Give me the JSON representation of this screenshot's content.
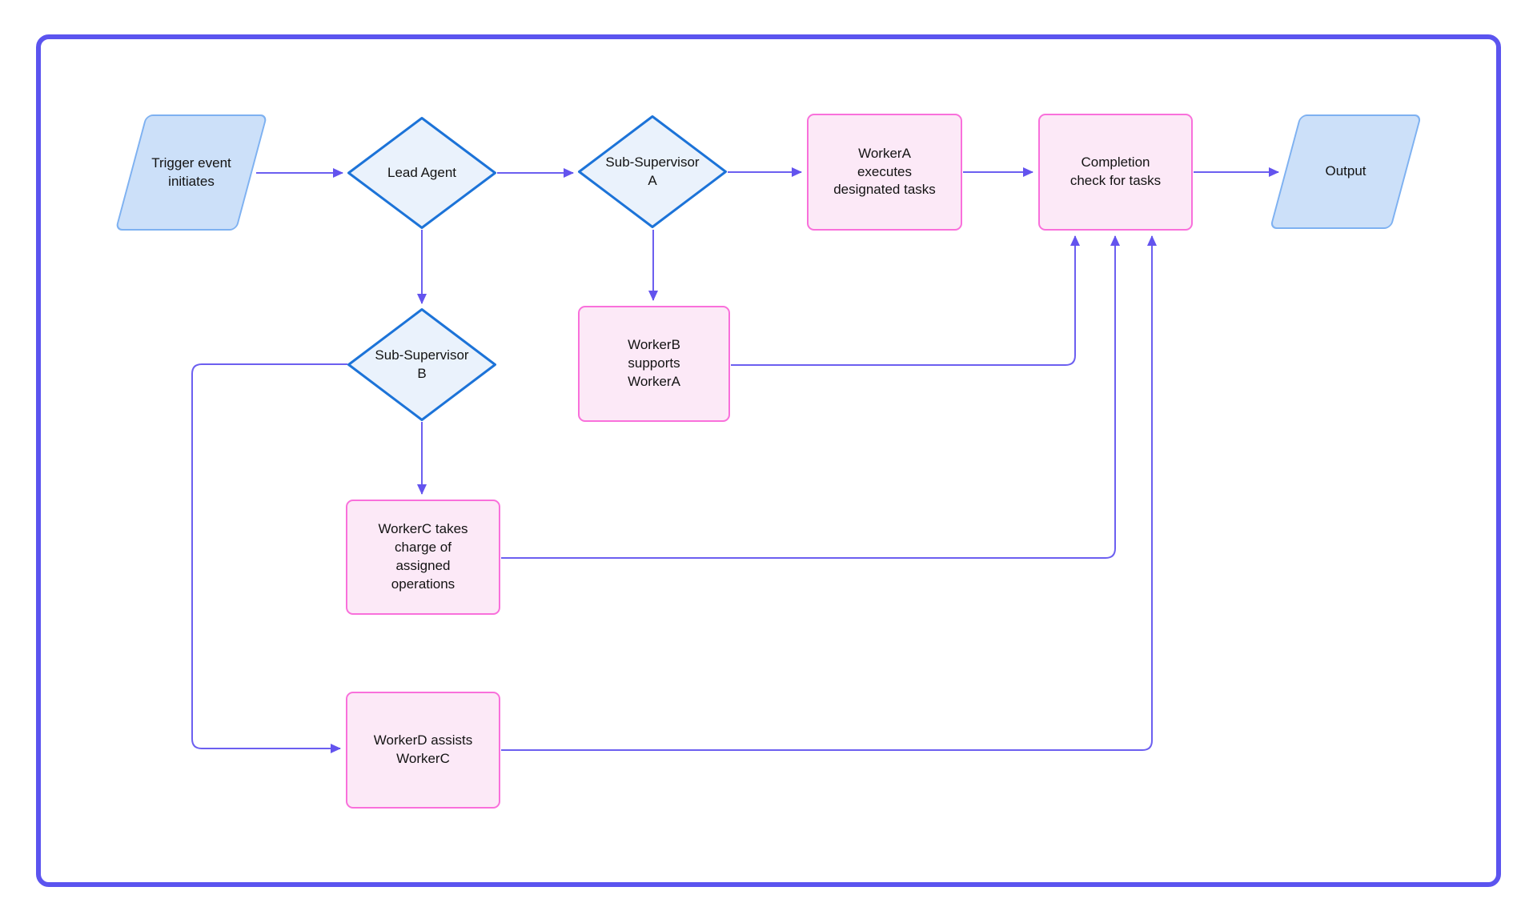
{
  "diagram": {
    "type": "flowchart",
    "palette": {
      "frame_border": "#5b54ef",
      "connector": "#6c5ff0",
      "arrowhead": "#6353ee",
      "decision_fill": "#eaf2fc",
      "decision_border": "#1c73d8",
      "io_fill": "#cce0f9",
      "io_border": "#7eb1f1",
      "process_fill": "#fce9f7",
      "process_border": "#f970db",
      "text": "#131313",
      "background": "#ffffff"
    },
    "nodes": {
      "trigger": {
        "shape": "parallelogram",
        "label": "Trigger event\ninitiates"
      },
      "lead_agent": {
        "shape": "diamond",
        "label": "Lead Agent"
      },
      "sub_supervisor_a": {
        "shape": "diamond",
        "label": "Sub-Supervisor\nA"
      },
      "worker_a": {
        "shape": "rectangle",
        "label": "WorkerA\nexecutes\ndesignated tasks"
      },
      "completion_check": {
        "shape": "rectangle",
        "label": "Completion\ncheck for tasks"
      },
      "output": {
        "shape": "parallelogram",
        "label": "Output"
      },
      "sub_supervisor_b": {
        "shape": "diamond",
        "label": "Sub-Supervisor\nB"
      },
      "worker_b": {
        "shape": "rectangle",
        "label": "WorkerB\nsupports\nWorkerA"
      },
      "worker_c": {
        "shape": "rectangle",
        "label": "WorkerC takes\ncharge of\nassigned\noperations"
      },
      "worker_d": {
        "shape": "rectangle",
        "label": "WorkerD assists\nWorkerC"
      }
    },
    "edges": [
      {
        "from": "trigger",
        "to": "lead_agent"
      },
      {
        "from": "lead_agent",
        "to": "sub_supervisor_a"
      },
      {
        "from": "lead_agent",
        "to": "sub_supervisor_b"
      },
      {
        "from": "sub_supervisor_a",
        "to": "worker_a"
      },
      {
        "from": "sub_supervisor_a",
        "to": "worker_b"
      },
      {
        "from": "sub_supervisor_b",
        "to": "worker_c"
      },
      {
        "from": "sub_supervisor_b",
        "to": "worker_d"
      },
      {
        "from": "worker_a",
        "to": "completion_check"
      },
      {
        "from": "worker_b",
        "to": "completion_check"
      },
      {
        "from": "worker_c",
        "to": "completion_check"
      },
      {
        "from": "worker_d",
        "to": "completion_check"
      },
      {
        "from": "completion_check",
        "to": "output"
      }
    ]
  }
}
